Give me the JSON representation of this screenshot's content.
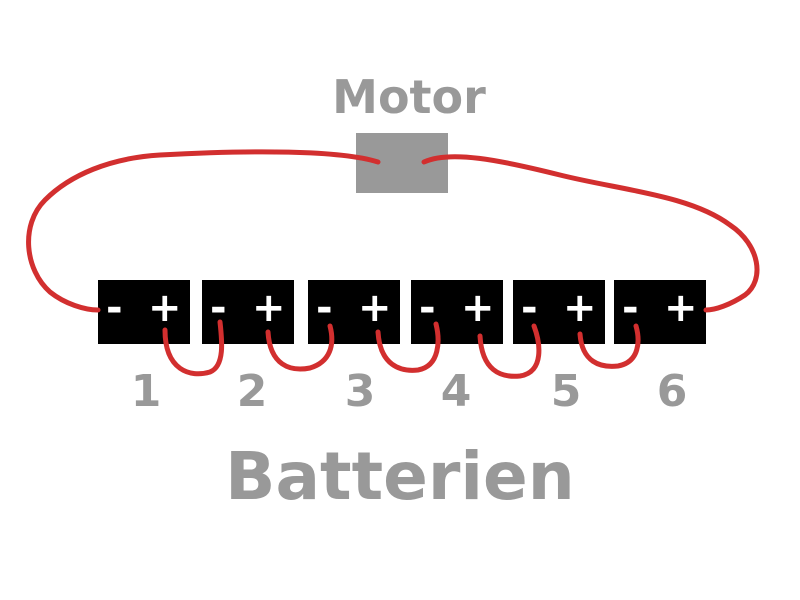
{
  "motor": {
    "label": "Motor"
  },
  "batteries": [
    {
      "number": "1",
      "minus": "-",
      "plus": "+"
    },
    {
      "number": "2",
      "minus": "-",
      "plus": "+"
    },
    {
      "number": "3",
      "minus": "-",
      "plus": "+"
    },
    {
      "number": "4",
      "minus": "-",
      "plus": "+"
    },
    {
      "number": "5",
      "minus": "-",
      "plus": "+"
    },
    {
      "number": "6",
      "minus": "-",
      "plus": "+"
    }
  ],
  "batteries_label": "Batterien",
  "colors": {
    "wire": "#d22f2f",
    "label": "#999999",
    "battery": "#000000",
    "motor": "#999999"
  }
}
